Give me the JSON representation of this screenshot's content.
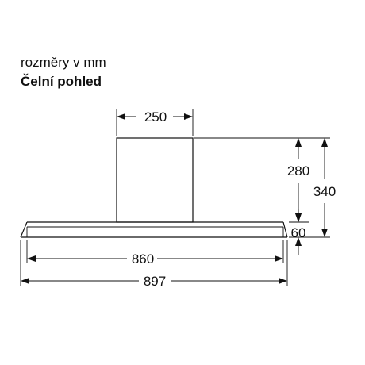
{
  "header": {
    "units": "rozměry v mm",
    "view": "Čelní pohled"
  },
  "dimensions": {
    "chimney_width": "250",
    "chimney_height": "280",
    "total_height": "340",
    "hood_height": "60",
    "hood_width": "860",
    "total_width": "897"
  },
  "colors": {
    "line": "#111111",
    "background": "#ffffff"
  }
}
